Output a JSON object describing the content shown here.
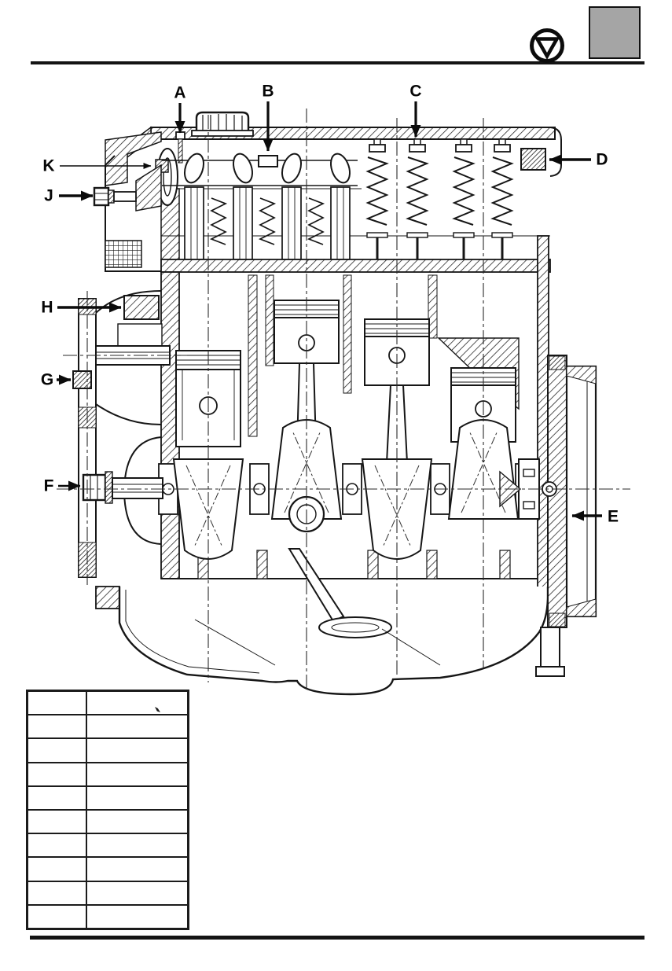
{
  "header": {
    "logo": {
      "icon": "inverted-triangle-in-circle"
    },
    "corner_tab": {
      "color": "#a5a5a5"
    }
  },
  "diagram": {
    "kind": "engine-longitudinal-cross-section",
    "callouts": [
      {
        "letter": "A"
      },
      {
        "letter": "B"
      },
      {
        "letter": "C"
      },
      {
        "letter": "D"
      },
      {
        "letter": "E"
      },
      {
        "letter": "F"
      },
      {
        "letter": "G"
      },
      {
        "letter": "H"
      },
      {
        "letter": "J"
      },
      {
        "letter": "K"
      }
    ]
  },
  "parts_table": {
    "rows": [
      {
        "col1": "",
        "col2": ""
      },
      {
        "col1": "",
        "col2": ""
      },
      {
        "col1": "",
        "col2": ""
      },
      {
        "col1": "",
        "col2": ""
      },
      {
        "col1": "",
        "col2": ""
      },
      {
        "col1": "",
        "col2": ""
      },
      {
        "col1": "",
        "col2": ""
      },
      {
        "col1": "",
        "col2": ""
      },
      {
        "col1": "",
        "col2": ""
      },
      {
        "col1": "",
        "col2": ""
      }
    ]
  }
}
